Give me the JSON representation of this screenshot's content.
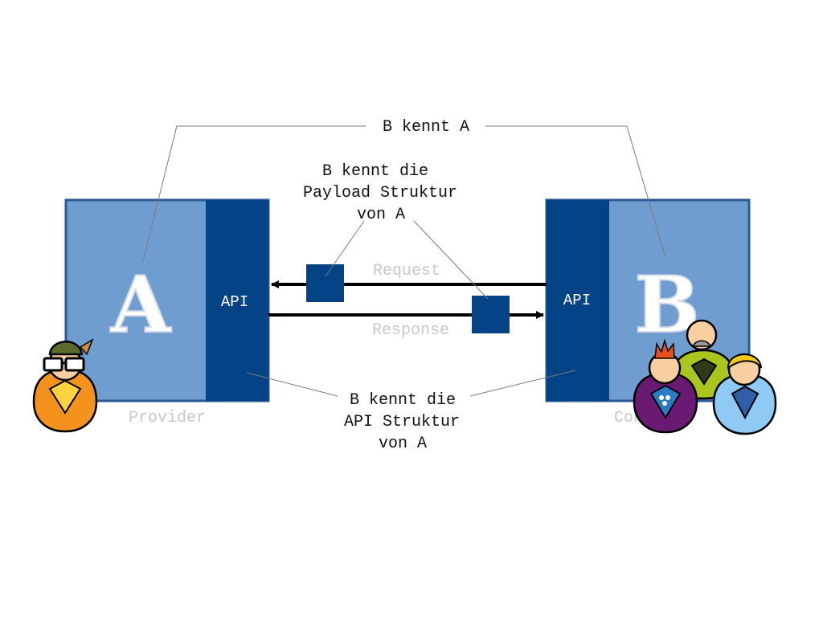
{
  "provider": {
    "letter": "A",
    "api_label": "API",
    "role_label": "Provider"
  },
  "consumer": {
    "letter": "B",
    "api_label": "API",
    "role_label": "Consumer"
  },
  "arrows": {
    "request_label": "Request",
    "response_label": "Response"
  },
  "callouts": {
    "top": "B kennt A",
    "payload": [
      "B kennt die",
      "Payload Struktur",
      "von A"
    ],
    "api": [
      "B kennt die",
      "API Struktur",
      "von A"
    ]
  },
  "colors": {
    "box_light": "#6f9dd0",
    "box_dark": "#044486",
    "border": "#2a5a93"
  },
  "people": {
    "provider": [
      "person-orange-hat-glasses"
    ],
    "consumer": [
      "person-purple-red-hair",
      "person-green-bald",
      "person-blue-blond"
    ]
  }
}
